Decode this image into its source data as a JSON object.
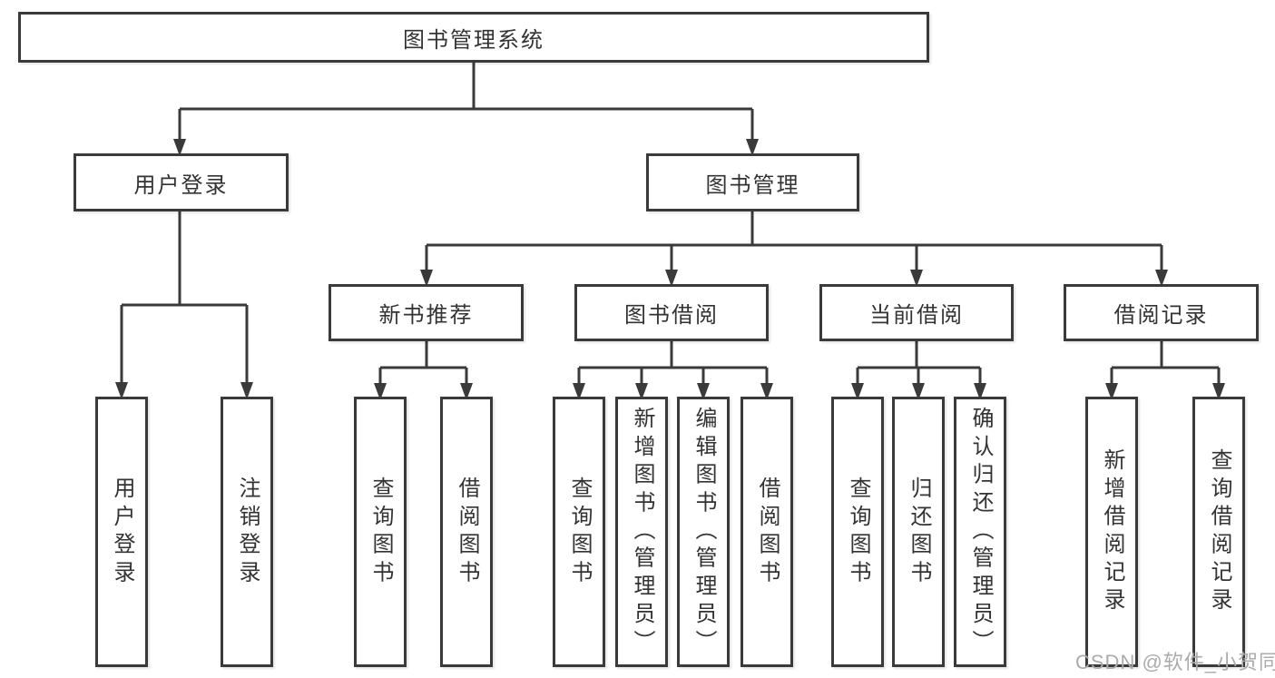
{
  "diagram": {
    "root": {
      "label": "图书管理系统"
    },
    "branches": [
      {
        "label": "用户登录",
        "children": [
          {
            "label": "用户登录"
          },
          {
            "label": "注销登录"
          }
        ]
      },
      {
        "label": "图书管理",
        "children": [
          {
            "label": "新书推荐",
            "children": [
              {
                "label": "查询图书"
              },
              {
                "label": "借阅图书"
              }
            ]
          },
          {
            "label": "图书借阅",
            "children": [
              {
                "label": "查询图书"
              },
              {
                "label": "新增图书（管理员）"
              },
              {
                "label": "编辑图书（管理员）"
              },
              {
                "label": "借阅图书"
              }
            ]
          },
          {
            "label": "当前借阅",
            "children": [
              {
                "label": "查询图书"
              },
              {
                "label": "归还图书"
              },
              {
                "label": "确认归还（管理员）"
              }
            ]
          },
          {
            "label": "借阅记录",
            "children": [
              {
                "label": "新增借阅记录"
              },
              {
                "label": "查询借阅记录"
              }
            ]
          }
        ]
      }
    ]
  },
  "watermark": {
    "text": "CSDN @软件_小贺同学"
  },
  "colors": {
    "line": "#3a3a3a",
    "box_border": "#3a3a3a",
    "box_background": "#ffffff",
    "text": "#333333",
    "watermark": "#ababab"
  }
}
